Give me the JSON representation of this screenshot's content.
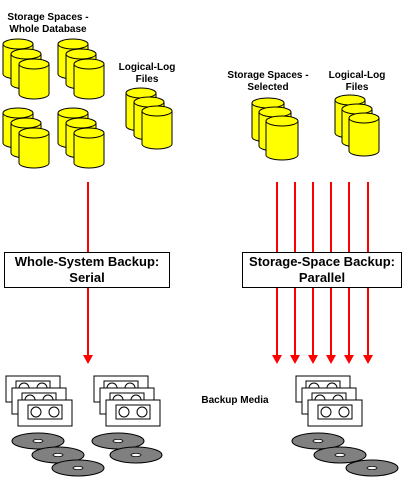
{
  "labels": {
    "storage_whole_line1": "Storage Spaces -",
    "storage_whole_line2": "Whole Database",
    "logical_log_left_line1": "Logical-Log",
    "logical_log_left_line2": "Files",
    "storage_selected_line1": "Storage Spaces -",
    "storage_selected_line2": "Selected",
    "logical_log_right_line1": "Logical-Log",
    "logical_log_right_line2": "Files",
    "backup_media": "Backup Media"
  },
  "boxes": {
    "whole_system_line1": "Whole-System Backup:",
    "whole_system_line2": "Serial",
    "storage_space_line1": "Storage-Space Backup:",
    "storage_space_line2": "Parallel"
  },
  "colors": {
    "cylinder_fill": "#ffff00",
    "arrow": "#ff0000",
    "disk_fill": "#808080",
    "outline": "#000000"
  }
}
